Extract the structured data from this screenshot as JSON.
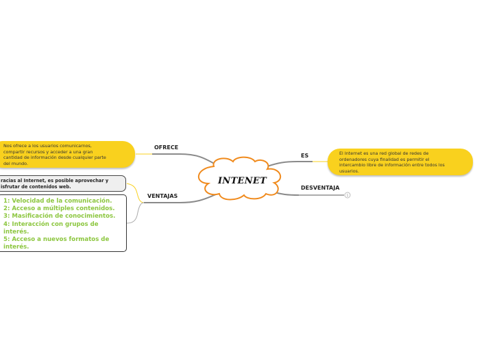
{
  "center": {
    "title": "INTENET"
  },
  "branches": {
    "ofrece": {
      "label": "OFRECE",
      "description": [
        "Nos ofrece a los usuarios comunicarnos,",
        "compartir recursos y acceder a una gran",
        "cantidad de información desde cualquier parte",
        "del mundo."
      ]
    },
    "es": {
      "label": "ES",
      "description": [
        "El Internet es una red global de redes de",
        "ordenadores cuya finalidad es permitir el",
        "intercambio libre de información entre todos los",
        "usuarios."
      ]
    },
    "desventaja": {
      "label": "DESVENTAJA"
    },
    "ventajas": {
      "label": "VENTAJAS",
      "intro": [
        "racias al Internet, es posible aprovechar y",
        "isfrutar de contenidos web."
      ],
      "list": [
        "1: Velocidad de la comunicación.",
        "2: Acceso a múltiples contenidos.",
        "3: Masificación de conocimientos.",
        "4: Interacción con grupos de",
        "interés.",
        "5: Acceso a nuevos formatos de",
        "interés."
      ]
    }
  },
  "colors": {
    "node_yellow": "#f9d11e",
    "cloud_stroke": "#f08a1c",
    "list_text": "#8cc63f",
    "connector": "#8a8a8a"
  },
  "icons": {
    "collapsed_branch": "circle-icon"
  }
}
